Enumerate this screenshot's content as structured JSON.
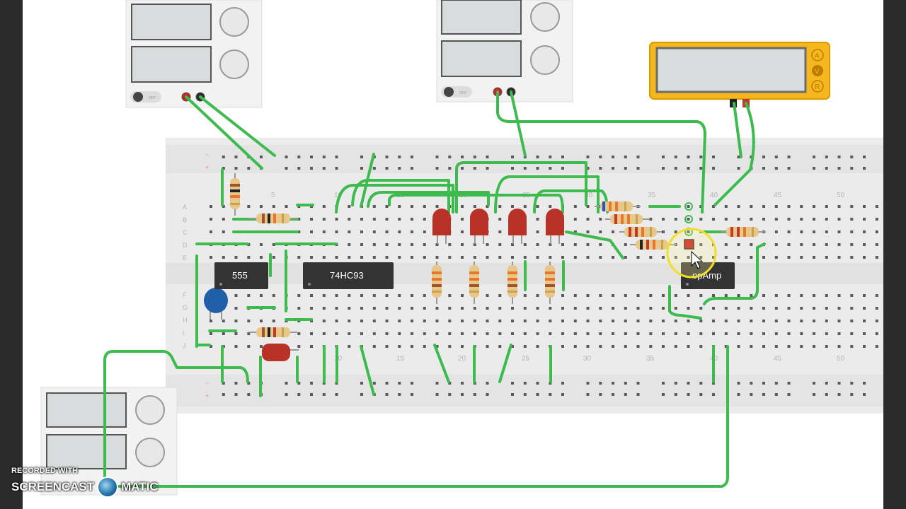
{
  "components": {
    "ic_555": "555",
    "ic_74hc93": "74HC93",
    "ic_opamp": "opAmp",
    "supply_switch": "OFF",
    "multimeter_modes": [
      "A",
      "V",
      "R"
    ]
  },
  "breadboard": {
    "row_letters": [
      "A",
      "B",
      "C",
      "D",
      "E",
      "F",
      "G",
      "H",
      "I",
      "J"
    ],
    "column_numbers": [
      "5",
      "10",
      "15",
      "20",
      "25",
      "30",
      "35",
      "40",
      "45",
      "50"
    ]
  },
  "watermark": {
    "recorded_with": "RECORDED WITH",
    "brand_left": "SCREENCAST",
    "brand_right": "MATIC"
  },
  "colors": {
    "wire": "#3dbb4f",
    "led_red": "#c0392b",
    "multimeter": "#f4b81e",
    "breadboard": "#ebebeb",
    "ic_body": "#333333"
  }
}
